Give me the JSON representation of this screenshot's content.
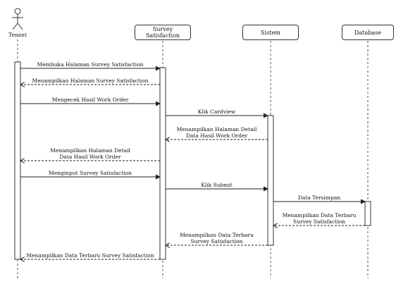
{
  "participants": {
    "actor": "Tenant",
    "survey": "Survey Satisfaction",
    "sistem": "Sistem",
    "database": "Database"
  },
  "messages": [
    {
      "lines": [
        "Membuka Halaman Survey Satisfaction"
      ],
      "from": "actor",
      "to": "survey",
      "kind": "sync"
    },
    {
      "lines": [
        "Menampilkan Halaman Survey Satisfaction"
      ],
      "from": "survey",
      "to": "actor",
      "kind": "return"
    },
    {
      "lines": [
        "Mengecek Hasil Work Order"
      ],
      "from": "actor",
      "to": "survey",
      "kind": "sync"
    },
    {
      "lines": [
        "Klik Cardview"
      ],
      "from": "survey",
      "to": "sistem",
      "kind": "sync"
    },
    {
      "lines": [
        "Menampilkan Halaman Detail",
        "Data Hasil Work Order"
      ],
      "from": "sistem",
      "to": "survey",
      "kind": "return"
    },
    {
      "lines": [
        "Menampilkan Halaman Detail",
        "Data Hasil Work Order"
      ],
      "from": "survey",
      "to": "actor",
      "kind": "return"
    },
    {
      "lines": [
        "Menginput Survey Satisfaction"
      ],
      "from": "actor",
      "to": "survey",
      "kind": "sync"
    },
    {
      "lines": [
        "Klik Submit"
      ],
      "from": "survey",
      "to": "sistem",
      "kind": "sync"
    },
    {
      "lines": [
        "Data Tersimpan"
      ],
      "from": "sistem",
      "to": "database",
      "kind": "sync"
    },
    {
      "lines": [
        "Menampilkan Data Terbaru",
        "Survey Satisfaction"
      ],
      "from": "database",
      "to": "sistem",
      "kind": "return"
    },
    {
      "lines": [
        "Menampilkan Data Terbaru",
        "Survey Satisfaction"
      ],
      "from": "sistem",
      "to": "survey",
      "kind": "return"
    },
    {
      "lines": [
        "Menampilkan Data Terbaru Survey Satisfaction"
      ],
      "from": "survey",
      "to": "actor",
      "kind": "return"
    }
  ]
}
